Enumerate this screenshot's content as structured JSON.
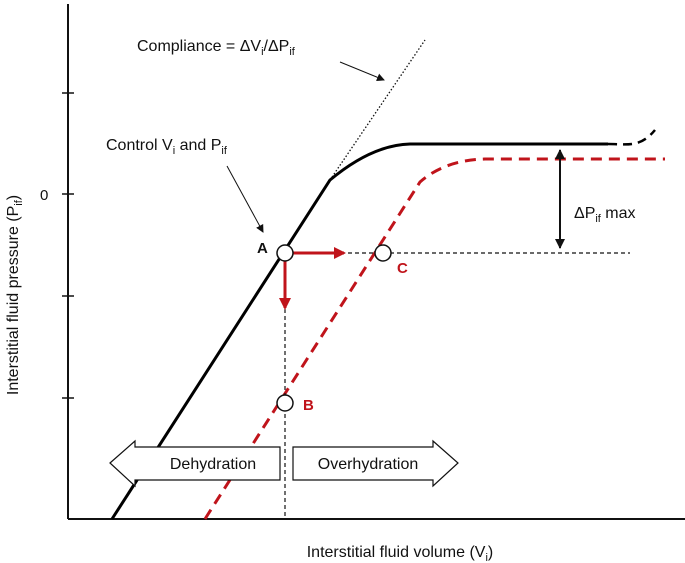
{
  "axes": {
    "y_label_main": "Interstitial fluid pressure (P",
    "y_label_sub": "if",
    "y_label_close": ")",
    "x_label_main": "Interstitial fluid volume (V",
    "x_label_sub": "i",
    "x_label_close": ")",
    "y_zero_tick": "0"
  },
  "annotations": {
    "compliance_a": "Compliance = ΔV",
    "compliance_sub1": "i",
    "compliance_b": "/ΔP",
    "compliance_sub2": "if",
    "control_a": "Control V",
    "control_sub1": "i",
    "control_b": " and P",
    "control_sub2": "if",
    "delta_a": "ΔP",
    "delta_sub": "if",
    "delta_b": " max"
  },
  "points": {
    "a": "A",
    "b": "B",
    "c": "C"
  },
  "arrows": {
    "left": "Dehydration",
    "right": "Overhydration"
  },
  "colors": {
    "normal_curve": "#000000",
    "shifted_curve": "#c0141b",
    "red_arrows": "#c0141b",
    "b_c_labels": "#c0141b"
  }
}
